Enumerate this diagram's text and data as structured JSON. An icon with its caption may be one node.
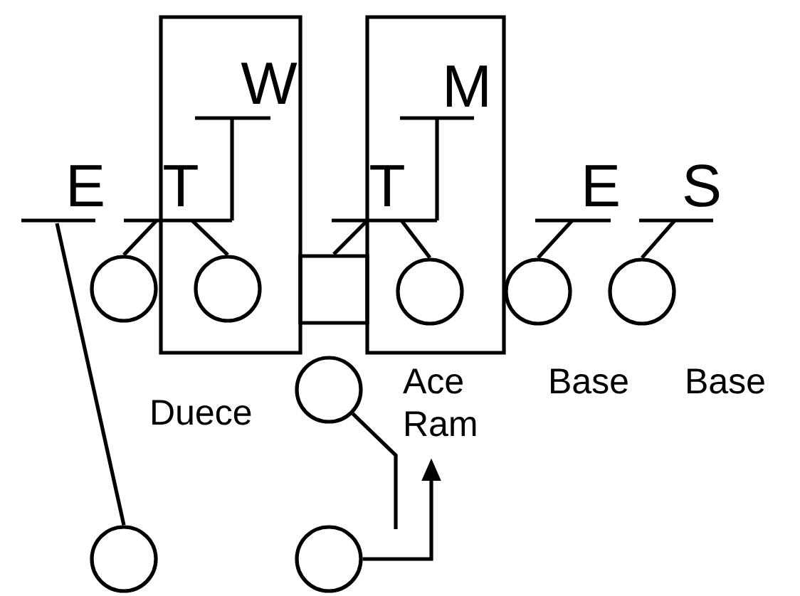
{
  "diagram": {
    "nodes": [
      {
        "text": [],
        "shape": "box"
      },
      {
        "text": [
          "W"
        ],
        "in": 0
      },
      {
        "text": [],
        "shape": "box"
      },
      {
        "text": [
          "M"
        ],
        "in": 2
      },
      {
        "text": [
          "E"
        ]
      },
      {
        "text": [
          "T"
        ]
      },
      {
        "text": [
          "T"
        ]
      },
      {
        "text": [
          "E"
        ]
      },
      {
        "text": [
          "S"
        ]
      },
      {
        "text": [],
        "shape": "box"
      },
      {
        "text": [],
        "shape": "circle"
      },
      {
        "text": [],
        "shape": "circle",
        "in": 0
      },
      {
        "text": [],
        "shape": "circle",
        "in": 2
      },
      {
        "text": [],
        "shape": "circle"
      },
      {
        "text": [],
        "shape": "circle"
      },
      {
        "text": [],
        "shape": "circle"
      },
      {
        "text": [],
        "shape": "circle"
      },
      {
        "text": [],
        "shape": "circle"
      }
    ],
    "edges": [
      {
        "from": 4,
        "to": 16,
        "arrow": "none"
      },
      {
        "from": 5,
        "to": 10,
        "arrow": "none"
      },
      {
        "from": 5,
        "to": 11,
        "arrow": "none"
      },
      {
        "from": 1,
        "to": 5,
        "arrow": "none"
      },
      {
        "from": 3,
        "to": 6,
        "arrow": "none"
      },
      {
        "from": 6,
        "to": 9,
        "arrow": "none"
      },
      {
        "from": 6,
        "to": 12,
        "arrow": "none"
      },
      {
        "from": 7,
        "to": 13,
        "arrow": "none"
      },
      {
        "from": 8,
        "to": 14,
        "arrow": "none"
      },
      {
        "from": 15,
        "to": null,
        "arrow": "none"
      },
      {
        "from": 17,
        "to": null,
        "arrow": "to"
      }
    ],
    "labels": [
      "Duece",
      "Ace Ram",
      "Base",
      "Base"
    ]
  }
}
